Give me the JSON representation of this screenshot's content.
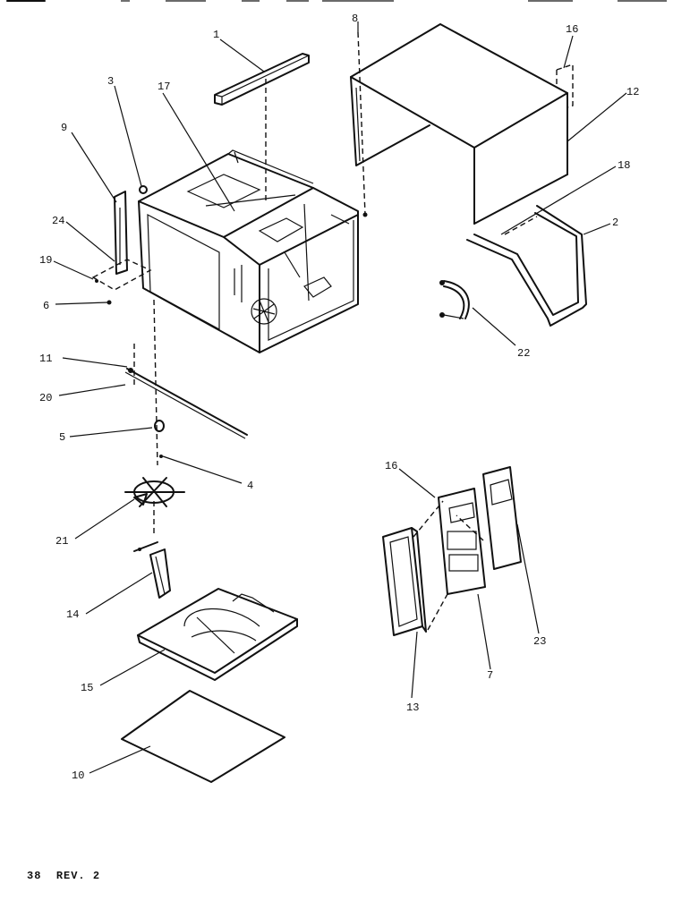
{
  "footer": {
    "page": "38",
    "revision": "REV. 2"
  },
  "callouts": [
    {
      "id": "c1",
      "label": "1"
    },
    {
      "id": "c2",
      "label": "2"
    },
    {
      "id": "c3",
      "label": "3"
    },
    {
      "id": "c4",
      "label": "4"
    },
    {
      "id": "c5",
      "label": "5"
    },
    {
      "id": "c6",
      "label": "6"
    },
    {
      "id": "c7",
      "label": "7"
    },
    {
      "id": "c8",
      "label": "8"
    },
    {
      "id": "c9",
      "label": "9"
    },
    {
      "id": "c10",
      "label": "10"
    },
    {
      "id": "c11",
      "label": "11"
    },
    {
      "id": "c12",
      "label": "12"
    },
    {
      "id": "c13",
      "label": "13"
    },
    {
      "id": "c14",
      "label": "14"
    },
    {
      "id": "c15",
      "label": "15"
    },
    {
      "id": "c16a",
      "label": "16"
    },
    {
      "id": "c16b",
      "label": "16"
    },
    {
      "id": "c17",
      "label": "17"
    },
    {
      "id": "c18",
      "label": "18"
    },
    {
      "id": "c19",
      "label": "19"
    },
    {
      "id": "c20",
      "label": "20"
    },
    {
      "id": "c21",
      "label": "21"
    },
    {
      "id": "c22",
      "label": "22"
    },
    {
      "id": "c23",
      "label": "23"
    },
    {
      "id": "c24",
      "label": "24"
    }
  ]
}
